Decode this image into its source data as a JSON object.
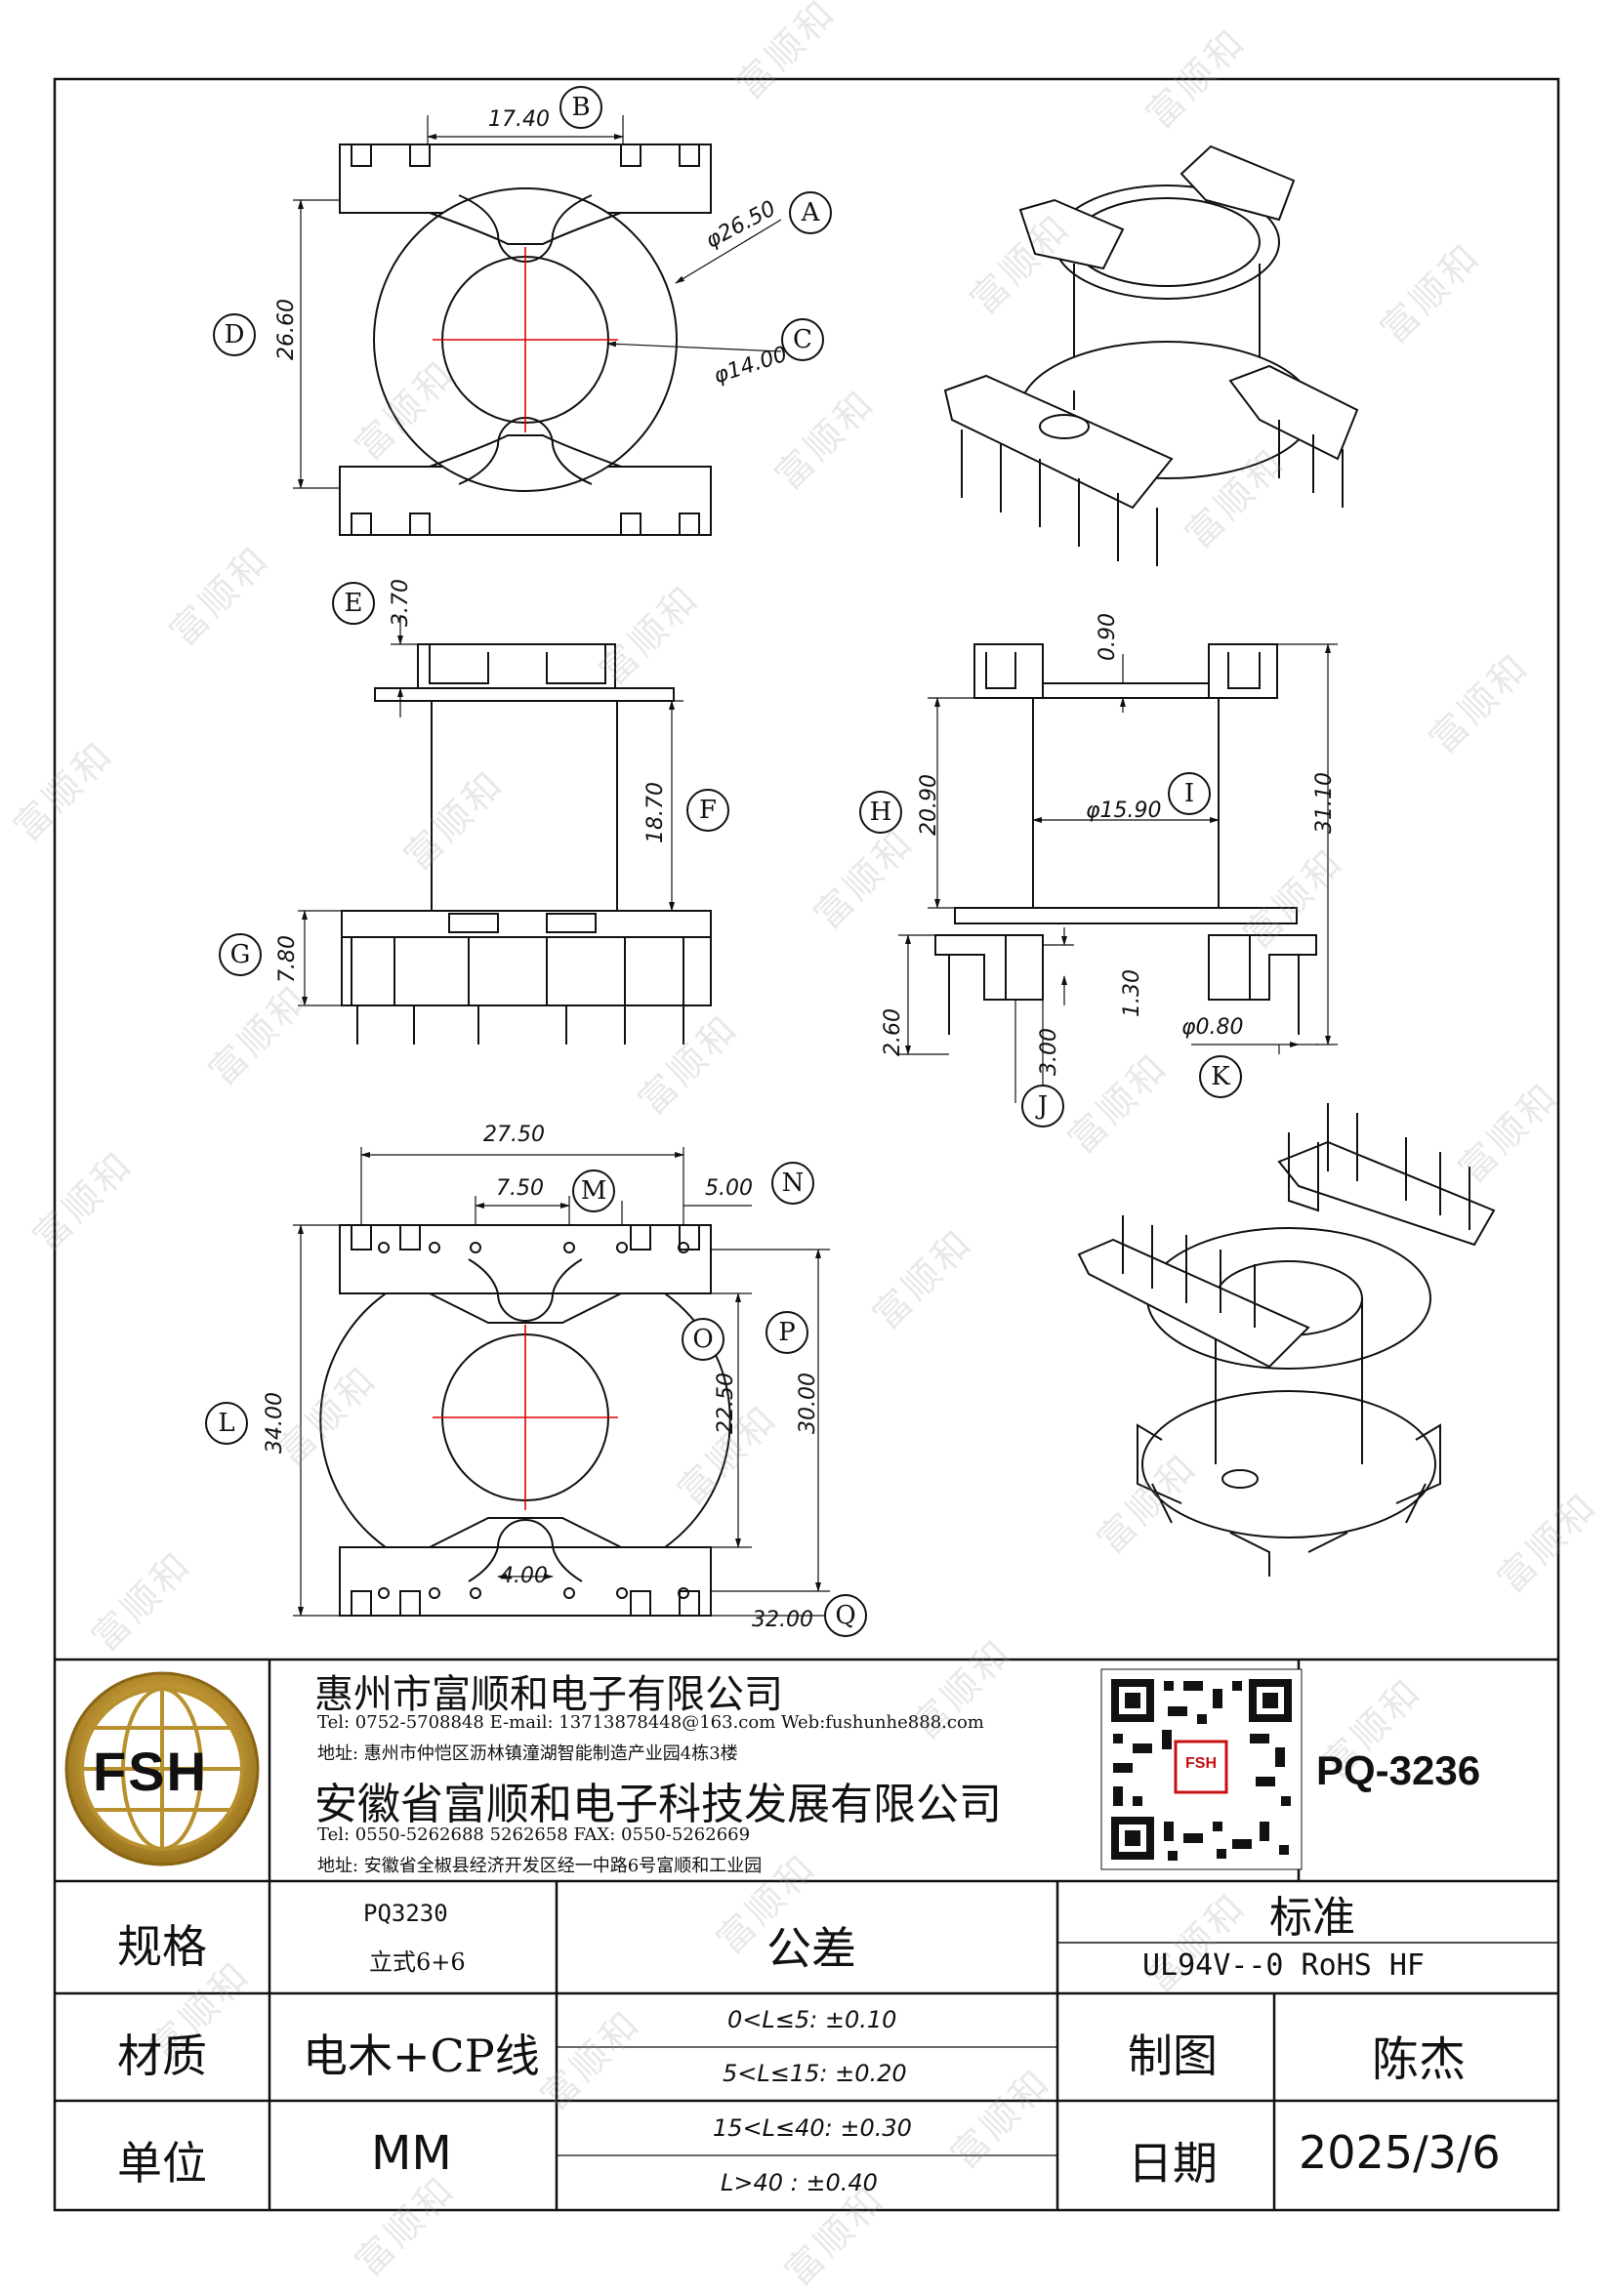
{
  "watermark": "富顺和",
  "dimensions": {
    "d17_40": "17.40",
    "d26_50": "φ26.50",
    "d26_60": "26.60",
    "d14_00": "φ14.00",
    "d3_70": "3.70",
    "d18_70": "18.70",
    "d7_80": "7.80",
    "d0_90": "0.90",
    "d15_90": "φ15.90",
    "d20_90": "20.90",
    "d31_10": "31.10",
    "d1_30": "1.30",
    "d2_60": "2.60",
    "d3_00": "3.00",
    "d0_80": "φ0.80",
    "d27_50": "27.50",
    "d7_50": "7.50",
    "d5_00": "5.00",
    "d34_00": "34.00",
    "d22_50": "22.50",
    "d30_00": "30.00",
    "d4_00": "4.00",
    "d32_00": "32.00"
  },
  "callouts": [
    "A",
    "B",
    "C",
    "D",
    "E",
    "F",
    "G",
    "H",
    "I",
    "J",
    "K",
    "L",
    "M",
    "N",
    "O",
    "P",
    "Q"
  ],
  "title_block": {
    "logo_text": "FSH",
    "company1": "惠州市富顺和电子有限公司",
    "company1_contact": "Tel:  0752-5708848   E-mail: 13713878448@163.com   Web:fushunhe888.com",
    "company1_address": "地址:  惠州市仲恺区沥林镇潼湖智能制造产业园4栋3楼",
    "company2": "安徽省富顺和电子科技发展有限公司",
    "company2_contact": "Tel:   0550-5262688  5262658       FAX:  0550-5262669",
    "company2_address": "地址:  安徽省全椒县经济开发区经一中路6号富顺和工业园",
    "qr_label": "FSH",
    "part_number": "PQ-3236"
  },
  "spec_table": {
    "spec_label": "规格",
    "spec_value_1": "PQ3230",
    "spec_value_2": "立式6+6",
    "tolerance_label": "公差",
    "standard_label": "标准",
    "standard_value": "UL94V--0   RoHS  HF",
    "material_label": "材质",
    "material_value": "电木+CP线",
    "tol_1": "0<L≤5:  ±0.10",
    "tol_2": "5<L≤15:  ±0.20",
    "tol_3": "15<L≤40:  ±0.30",
    "tol_4": "L>40 :   ±0.40",
    "drawn_label": "制图",
    "drawn_value": "陈杰",
    "unit_label": "单位",
    "unit_value": "MM",
    "date_label": "日期",
    "date_value": "2025/3/6"
  },
  "colors": {
    "line": "#111111",
    "center_line": "#e00000",
    "gold": "#b8902e",
    "watermark": "#969696"
  }
}
